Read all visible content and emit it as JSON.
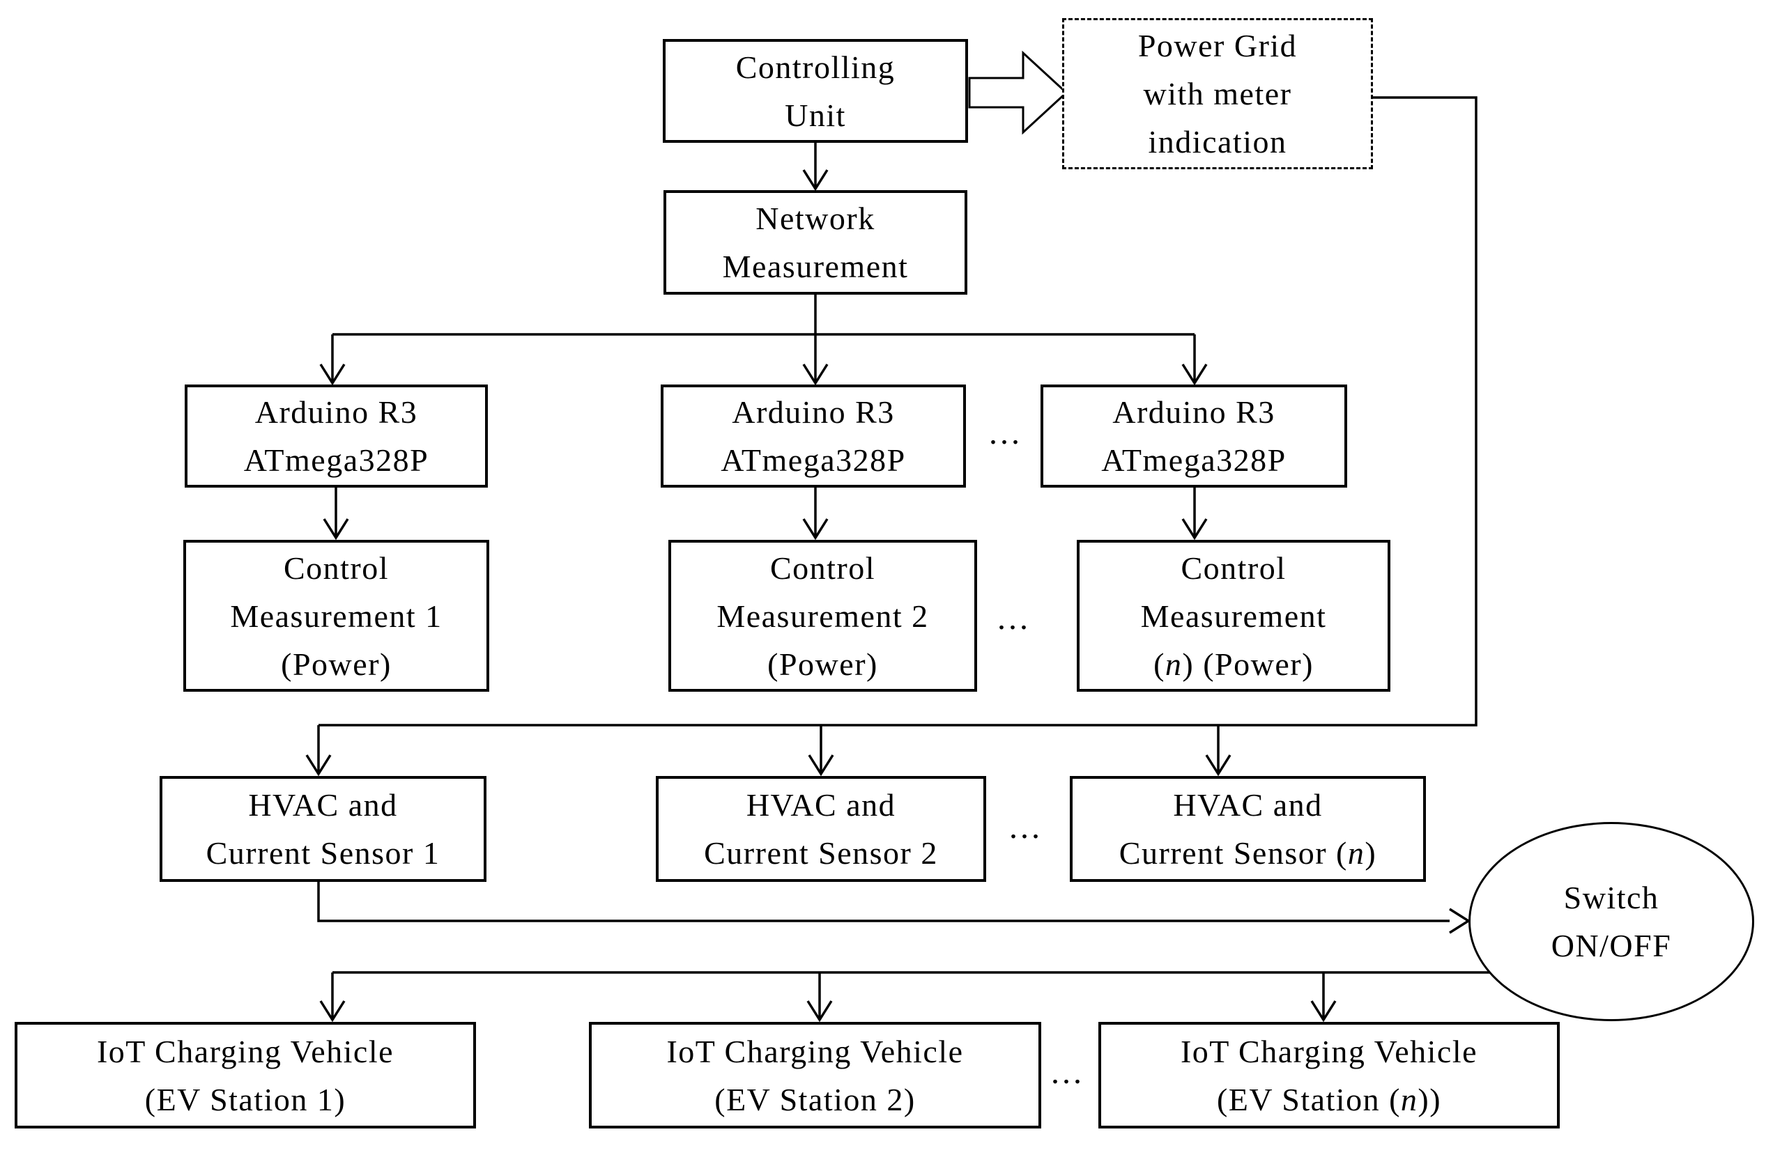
{
  "ellipsis": "...",
  "colors": {
    "ink": "#000000",
    "background": "#ffffff"
  },
  "boxes": {
    "controlling_unit": {
      "lines": [
        "Controlling",
        "Unit"
      ]
    },
    "power_grid": {
      "lines": [
        "Power Grid",
        "with meter",
        "indication"
      ]
    },
    "network_measurement": {
      "lines": [
        "Network",
        "Measurement"
      ]
    },
    "arduino_1": {
      "lines": [
        "Arduino R3",
        "ATmega328P"
      ]
    },
    "arduino_2": {
      "lines": [
        "Arduino R3",
        "ATmega328P"
      ]
    },
    "arduino_n": {
      "lines": [
        "Arduino R3",
        "ATmega328P"
      ]
    },
    "control_1": {
      "lines": [
        "Control",
        "Measurement 1",
        "(Power)"
      ]
    },
    "control_2": {
      "lines": [
        "Control",
        "Measurement 2",
        "(Power)"
      ]
    },
    "control_n": {
      "lines": [
        "Control",
        "Measurement"
      ],
      "line3": {
        "pre": "(",
        "n": "n",
        "post": ") (Power)"
      }
    },
    "hvac_1": {
      "lines": [
        "HVAC and",
        "Current Sensor 1"
      ]
    },
    "hvac_2": {
      "lines": [
        "HVAC and",
        "Current Sensor 2"
      ]
    },
    "hvac_n": {
      "lines": [
        "HVAC and"
      ],
      "line2": {
        "pre": "Current Sensor (",
        "n": "n",
        "post": ")"
      }
    },
    "switch": {
      "lines": [
        "Switch",
        "ON/OFF"
      ]
    },
    "iot_1": {
      "lines": [
        "IoT Charging Vehicle",
        "(EV Station 1)"
      ]
    },
    "iot_2": {
      "lines": [
        "IoT Charging Vehicle",
        "(EV Station 2)"
      ]
    },
    "iot_n": {
      "lines": [
        "IoT Charging Vehicle"
      ],
      "line2": {
        "pre": "(EV Station (",
        "n": "n",
        "post": "))"
      }
    }
  }
}
